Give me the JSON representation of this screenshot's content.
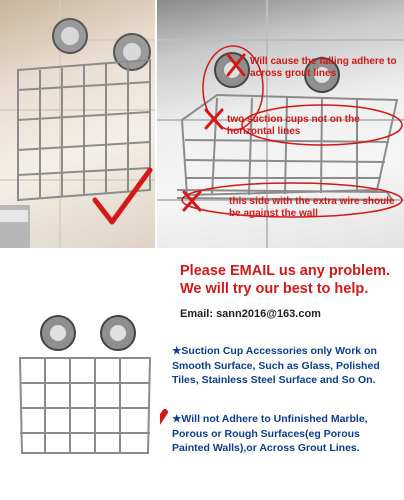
{
  "annotations": {
    "note_grout": "Will cause the falling adhere to across grout lines",
    "note_horizontal": "two suction cups not on the horizontal lines",
    "note_wire": "this side with the extra wire shoule be against the wall"
  },
  "contact": {
    "headline_line1": "Please EMAIL us any problem.",
    "headline_line2": "We will try our best to help.",
    "email": "Email: sann2016@163.com"
  },
  "notes": {
    "accessories": "★Suction Cup Accessories only Work on Smooth Surface, Such as Glass, Polished Tiles, Stainless Steel Surface and So On.",
    "warning": "★Will not Adhere to Unfinished Marble, Porous or Rough Surfaces(eg Porous Painted Walls),or Across Grout Lines."
  },
  "colors": {
    "red": "#d41818",
    "blue": "#0b3d91",
    "check": "#d41818"
  },
  "icons": [
    "check-mark-icon",
    "cross-mark-icon"
  ]
}
